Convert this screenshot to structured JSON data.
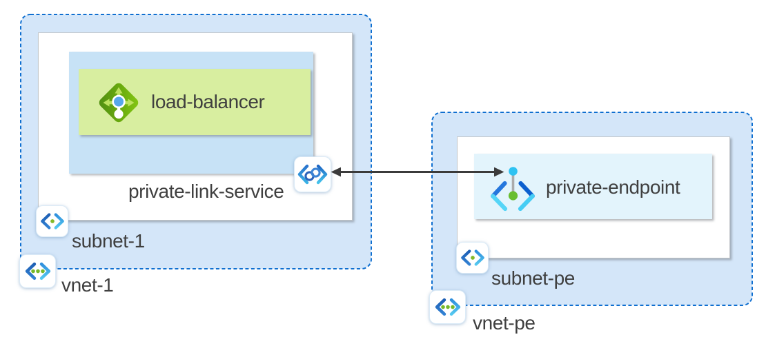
{
  "diagram": {
    "vnet1": {
      "label": "vnet-1"
    },
    "subnet1": {
      "label": "subnet-1"
    },
    "private_link_service": {
      "label": "private-link-service"
    },
    "load_balancer": {
      "label": "load-balancer"
    },
    "vnet_pe": {
      "label": "vnet-pe"
    },
    "subnet_pe": {
      "label": "subnet-pe"
    },
    "private_endpoint": {
      "label": "private-endpoint"
    },
    "connection": {
      "from": "private-link-service",
      "to": "private-endpoint",
      "style": "double-headed-arrow"
    },
    "icons": {
      "load_balancer": "azure-load-balancer-icon",
      "private_link_service": "azure-private-link-icon",
      "private_endpoint": "azure-private-endpoint-icon",
      "subnet": "azure-subnet-icon",
      "vnet": "azure-virtual-network-icon"
    },
    "colors": {
      "vnet_fill": "#d4e6f9",
      "vnet_border": "#0f6fd0",
      "subnet_fill": "#ffffff",
      "private_link_service_fill": "#c7e2f6",
      "load_balancer_fill": "#d8eea0",
      "private_endpoint_fill": "#e3f4fc",
      "arrow": "#3b3b3b",
      "label_text": "#3f3f3f"
    }
  }
}
